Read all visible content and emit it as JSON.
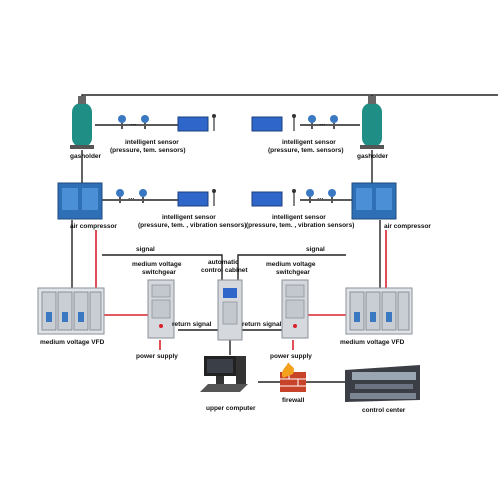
{
  "colors": {
    "wire": "#222222",
    "power_wire": "#d9232d",
    "equipment_teal": "#1f8f86",
    "compressor_blue": "#2f6fb6",
    "cabinet_gray": "#d5d8dc",
    "screen_blue": "#2e66c9",
    "firewall": "#c7442b"
  },
  "labels": {
    "gasholder_left": "gasholder",
    "gasholder_right": "gasholder",
    "sensor_top_left_1": "intelligent sensor",
    "sensor_top_left_2": "(pressure, tem. sensors)",
    "sensor_top_right_1": "intelligent sensor",
    "sensor_top_right_2": "(pressure, tem. sensors)",
    "air_compressor_left": "air compressor",
    "air_compressor_right": "air compressor",
    "sensor_mid_left_1": "intelligent sensor",
    "sensor_mid_left_2": "(pressure, tem. , vibration sensors)",
    "sensor_mid_right_1": "intelligent sensor",
    "sensor_mid_right_2": "(pressure, tem. , vibration sensors)",
    "signal_left": "signal",
    "signal_right": "signal",
    "mv_switchgear_left_1": "medium voltage",
    "mv_switchgear_left_2": "switchgear",
    "auto_cabinet_1": "automatic",
    "auto_cabinet_2": "control cabinet",
    "mv_switchgear_right_1": "medium voltage",
    "mv_switchgear_right_2": "switchgear",
    "return_signal_left": "return signal",
    "return_signal_right": "return signal",
    "mv_vfd_left": "medium voltage VFD",
    "mv_vfd_right": "medium voltage VFD",
    "power_supply_left": "power supply",
    "power_supply_right": "power supply",
    "upper_computer": "upper computer",
    "firewall": "firewall",
    "control_center": "control center",
    "dots": "…"
  },
  "icons": {
    "gasholder": "gasholder-tank-icon",
    "sensor": "pressure-sensor-icon",
    "antenna": "wireless-antenna-icon",
    "panel": "wireless-display-panel-icon",
    "compressor": "air-compressor-icon",
    "vfd": "vfd-cabinet-icon",
    "switchgear": "switchgear-cabinet-icon",
    "control_cabinet": "control-cabinet-icon",
    "computer": "desktop-computer-icon",
    "firewall": "firewall-icon",
    "control_center": "control-room-icon"
  }
}
